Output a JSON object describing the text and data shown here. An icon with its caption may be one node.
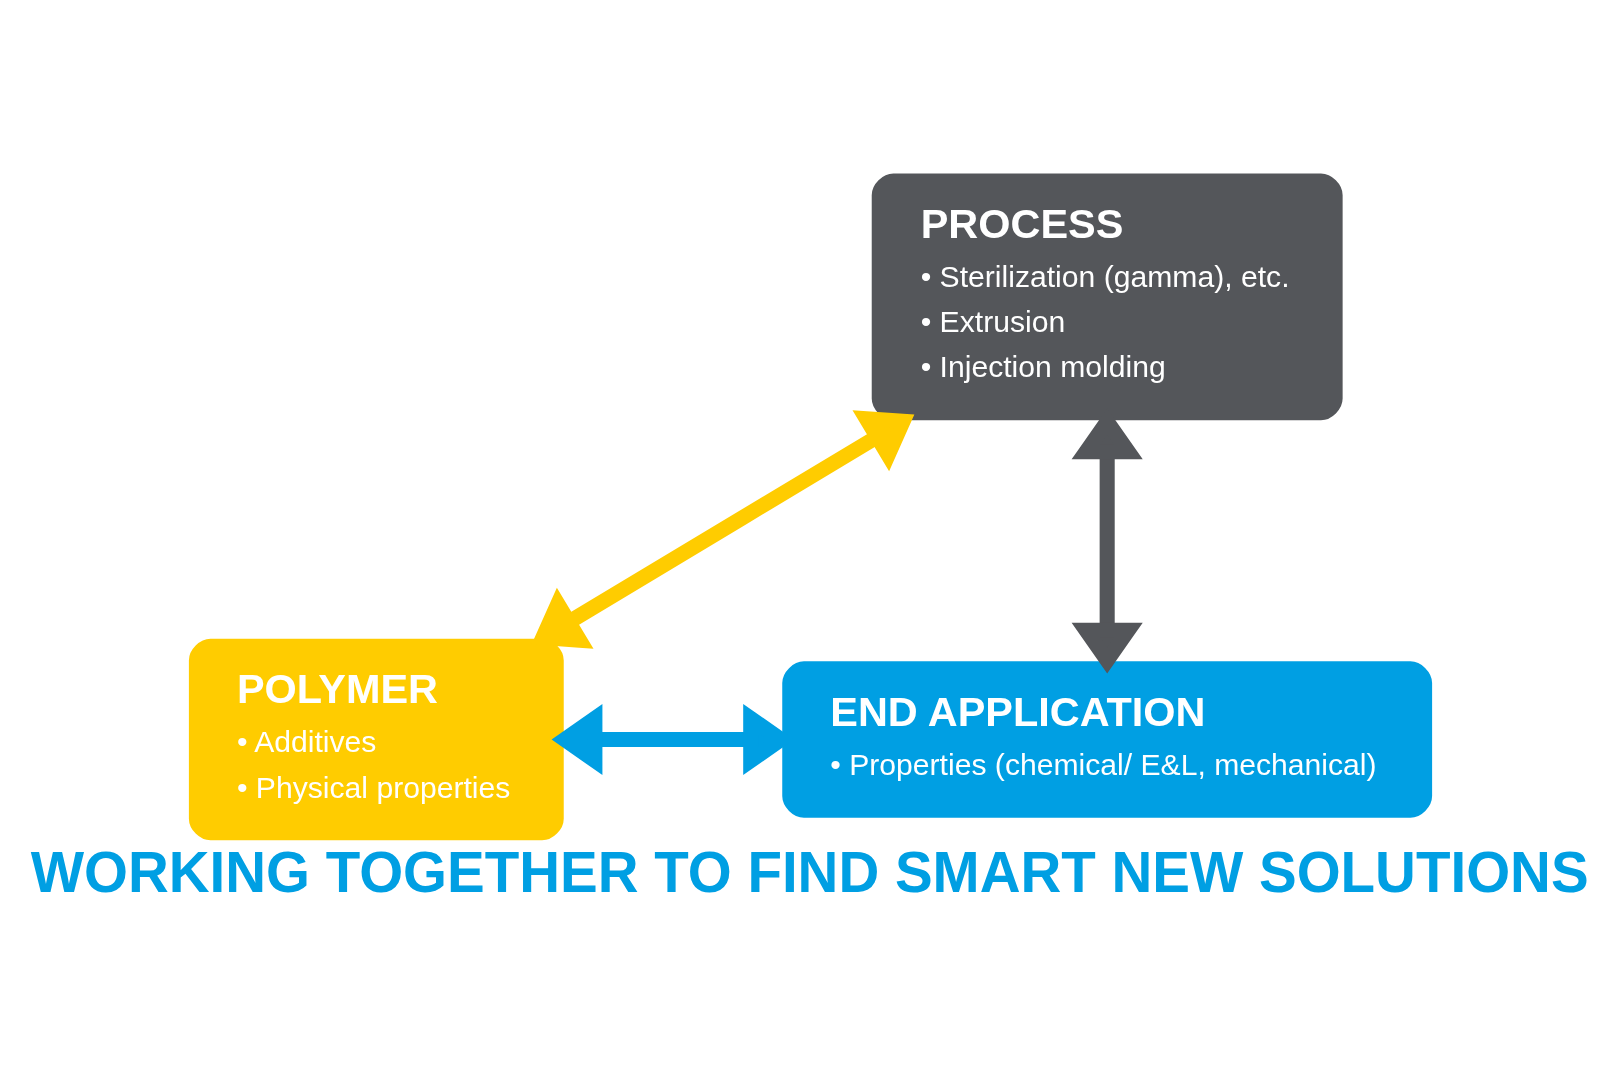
{
  "diagram": {
    "caption": "WORKING TOGETHER TO FIND SMART NEW SOLUTIONS",
    "nodes": [
      {
        "text": [
          "PROCESS",
          "• Sterilization (gamma), etc.",
          "• Extrusion",
          "• Injection molding"
        ]
      },
      {
        "text": [
          "POLYMER",
          "• Additives",
          "• Physical properties"
        ]
      },
      {
        "text": [
          "END APPLICATION",
          "• Properties (chemical/ E&L, mechanical)"
        ]
      }
    ],
    "edges": [
      {
        "from": 1,
        "to": 0,
        "arrow": "both",
        "color": "#ffcc00"
      },
      {
        "from": 0,
        "to": 2,
        "arrow": "both",
        "color": "#54565a"
      },
      {
        "from": 1,
        "to": 2,
        "arrow": "both",
        "color": "#009fe3"
      }
    ]
  }
}
